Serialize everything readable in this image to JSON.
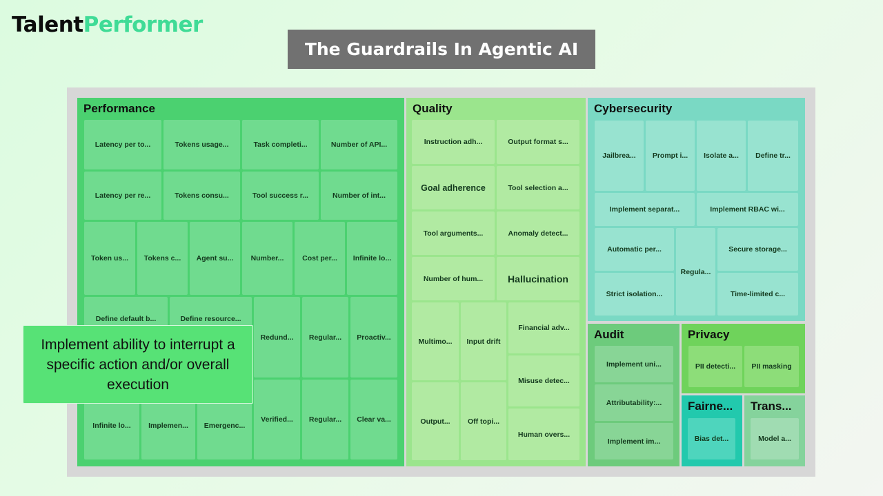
{
  "logo": {
    "part1": "Talent",
    "part2": "Performer",
    "colors": {
      "part1": "#0c0c0c",
      "part2": "#3fdb96"
    }
  },
  "title": "The Guardrails In Agentic AI",
  "treemap": {
    "groups": [
      {
        "name": "Performance",
        "color": "#4bd170",
        "items": [
          "Latency per to...",
          "Tokens usage...",
          "Task completi...",
          "Number of API...",
          "Latency per re...",
          "Tokens consu...",
          "Tool success r...",
          "Number of int...",
          "Token us...",
          "Tokens c...",
          "Agent su...",
          "Number...",
          "Cost per...",
          "Infinite lo...",
          "Define default b...",
          "Define resource...",
          "Redund...",
          "Regular...",
          "Proactiv...",
          "Infinite lo...",
          "Implemen...",
          "Emergenc...",
          "Verified...",
          "Regular...",
          "Clear va..."
        ]
      },
      {
        "name": "Quality",
        "color": "#9be58d",
        "items": [
          "Instruction adh...",
          "Output format s...",
          "Goal adherence",
          "Tool selection a...",
          "Tool arguments...",
          "Anomaly detect...",
          "Number of hum...",
          "Hallucination",
          "Multimo...",
          "Input drift",
          "Financial adv...",
          "Misuse detec...",
          "Output...",
          "Off topi...",
          "Human overs..."
        ]
      },
      {
        "name": "Cybersecurity",
        "color": "#7ad9c4",
        "items": [
          "Jailbrea...",
          "Prompt i...",
          "Isolate a...",
          "Define tr...",
          "Implement separat...",
          "Implement RBAC wi...",
          "Automatic per...",
          "Regula...",
          "Secure storage...",
          "Strict isolation...",
          "Time-limited c..."
        ]
      },
      {
        "name": "Audit",
        "color": "#6dcb7c",
        "items": [
          "Implement uni...",
          "Attributability:...",
          "Implement im..."
        ]
      },
      {
        "name": "Privacy",
        "color": "#6fd35b",
        "items": [
          "PII detecti...",
          "PII masking"
        ]
      },
      {
        "name": "Fairne...",
        "color": "#22c9ad",
        "items": [
          "Bias det..."
        ]
      },
      {
        "name": "Trans...",
        "color": "#85d39c",
        "items": [
          "Model a..."
        ]
      }
    ]
  },
  "tooltip": {
    "text": "Implement ability to interrupt a specific action and/or overall execution"
  }
}
